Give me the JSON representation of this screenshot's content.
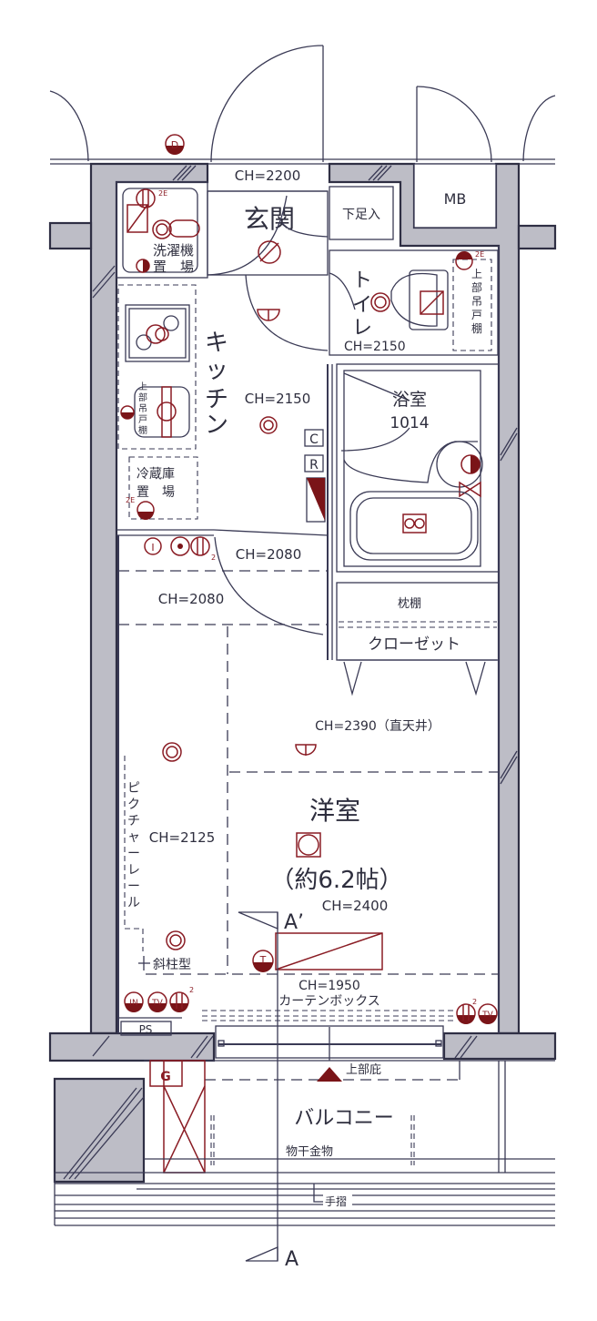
{
  "plan": {
    "rooms": {
      "entrance": "玄関",
      "entrance_ch": "CH=2200",
      "shoe_box": "下足入",
      "meter_box": "MB",
      "washer_1": "洗濯機",
      "washer_2": "置　場",
      "kitchen_chars": [
        "キ",
        "ッ",
        "チ",
        "ン"
      ],
      "kitchen_ch": "CH=2150",
      "kitchen_cabinet_chars": [
        "上",
        "部",
        "吊",
        "戸",
        "棚"
      ],
      "fridge_1": "冷蔵庫",
      "fridge_2": "置　場",
      "toilet_chars": [
        "ト",
        "イ",
        "レ"
      ],
      "toilet_ch": "CH=2150",
      "toilet_cabinet_chars": [
        "上",
        "部",
        "吊",
        "戸",
        "棚"
      ],
      "bath": "浴室",
      "bath_size": "1014",
      "hall_ch_1": "CH=2080",
      "hall_ch_2": "CH=2080",
      "pillow_shelf": "枕棚",
      "closet": "クローゼット",
      "room_ch_direct": "CH=2390（直天井）",
      "picture_rail_chars": [
        "ピ",
        "ク",
        "チ",
        "ャ",
        "ー",
        "レ",
        "ー",
        "ル"
      ],
      "side_ch": "CH=2125",
      "western_room": "洋室",
      "western_room_size": "（約6.2帖）",
      "room_ch": "CH=2400",
      "slant_column": "斜柱型",
      "curtain_ch": "CH=1950",
      "curtain_box": "カーテンボックス",
      "pipe_space": "PS",
      "eaves": "上部庇",
      "balcony": "バルコニー",
      "drying_hardware": "物干金物",
      "handrail": "手摺",
      "gas": "G"
    },
    "section_marks": {
      "top": "A’",
      "bottom": "A"
    },
    "symbols": {
      "door_chime": "D",
      "cr_c": "C",
      "cr_r": "R",
      "intercom": "I",
      "internet": "IN",
      "tv": "TV",
      "outlet_2e": "2E",
      "outlet_2": "2"
    },
    "colors": {
      "line": "#3a3a55",
      "wall_fill": "#bdbdc6",
      "equipment_red": "#8a1c24",
      "equipment_fill": "#7a1418"
    }
  }
}
